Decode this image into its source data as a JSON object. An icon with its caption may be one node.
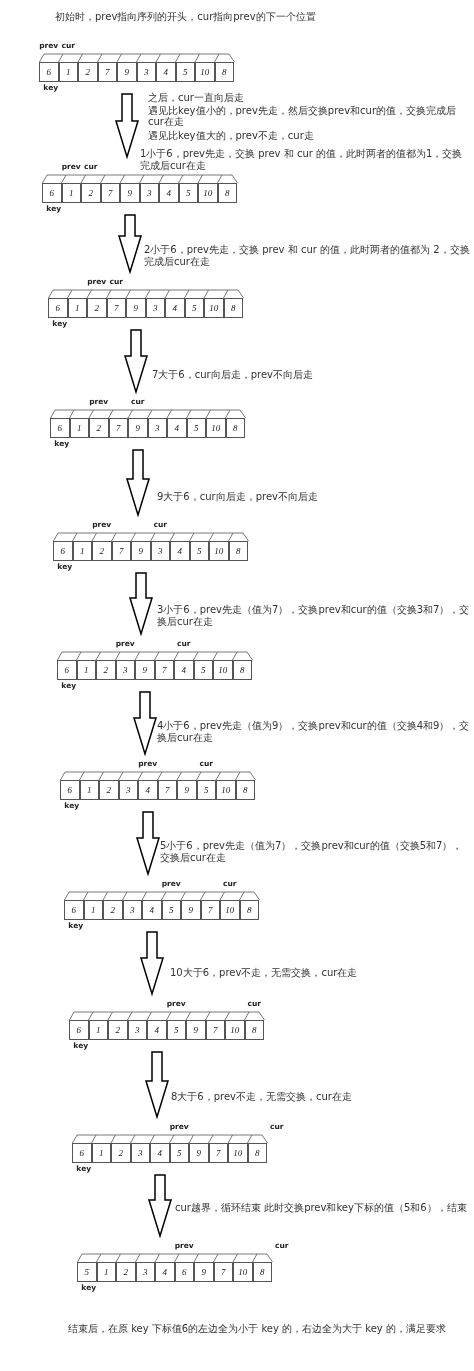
{
  "diagram": {
    "title": "初始时，prev指向序列的开头，cur指向prev的下一个位置",
    "caption": "结束后，在原 key 下标值6的左边全为小于 key 的，右边全为大于 key 的，满足要求",
    "nodes": [
      {
        "text": [
          "6",
          "1",
          "2",
          "7",
          "9",
          "3",
          "4",
          "5",
          "10",
          "8"
        ],
        "beside": [
          "prev",
          "cur",
          "key"
        ]
      },
      {
        "text": [
          "6",
          "1",
          "2",
          "7",
          "9",
          "3",
          "4",
          "5",
          "10",
          "8"
        ],
        "beside": [
          "prev",
          "cur",
          "key"
        ]
      },
      {
        "text": [
          "6",
          "1",
          "2",
          "7",
          "9",
          "3",
          "4",
          "5",
          "10",
          "8"
        ],
        "beside": [
          "prev",
          "cur",
          "key"
        ]
      },
      {
        "text": [
          "6",
          "1",
          "2",
          "7",
          "9",
          "3",
          "4",
          "5",
          "10",
          "8"
        ],
        "beside": [
          "prev",
          "cur",
          "key"
        ]
      },
      {
        "text": [
          "6",
          "1",
          "2",
          "7",
          "9",
          "3",
          "4",
          "5",
          "10",
          "8"
        ],
        "beside": [
          "prev",
          "cur",
          "key"
        ]
      },
      {
        "text": [
          "6",
          "1",
          "2",
          "3",
          "9",
          "7",
          "4",
          "5",
          "10",
          "8"
        ],
        "beside": [
          "prev",
          "cur",
          "key"
        ]
      },
      {
        "text": [
          "6",
          "1",
          "2",
          "3",
          "4",
          "7",
          "9",
          "5",
          "10",
          "8"
        ],
        "beside": [
          "prev",
          "cur",
          "key"
        ]
      },
      {
        "text": [
          "6",
          "1",
          "2",
          "3",
          "4",
          "5",
          "9",
          "7",
          "10",
          "8"
        ],
        "beside": [
          "prev",
          "cur",
          "key"
        ]
      },
      {
        "text": [
          "6",
          "1",
          "2",
          "3",
          "4",
          "5",
          "9",
          "7",
          "10",
          "8"
        ],
        "beside": [
          "prev",
          "cur",
          "key"
        ]
      },
      {
        "text": [
          "6",
          "1",
          "2",
          "3",
          "4",
          "5",
          "9",
          "7",
          "10",
          "8"
        ],
        "beside": [
          "prev",
          "cur",
          "key"
        ]
      },
      {
        "text": [
          "5",
          "1",
          "2",
          "3",
          "4",
          "6",
          "9",
          "7",
          "10",
          "8"
        ],
        "beside": [
          "prev",
          "cur",
          "key"
        ]
      }
    ],
    "edges": [
      {
        "from": 0,
        "to": 1,
        "arrow": "to",
        "label": "1小于6，prev先走，交换 prev 和 cur 的值，此时两者的值都为1，交换完成后cur在走"
      },
      {
        "from": 1,
        "to": 2,
        "arrow": "to",
        "label": "2小于6，prev先走，交换 prev 和 cur 的值，此时两者的值都为 2，交换完成后cur在走"
      },
      {
        "from": 2,
        "to": 3,
        "arrow": "to",
        "label": "7大于6，cur向后走，prev不向后走"
      },
      {
        "from": 3,
        "to": 4,
        "arrow": "to",
        "label": "9大于6，cur向后走，prev不向后走"
      },
      {
        "from": 4,
        "to": 5,
        "arrow": "to",
        "label": "3小于6，prev先走（值为7），交换prev和cur的值（交换3和7），交换后cur在走"
      },
      {
        "from": 5,
        "to": 6,
        "arrow": "to",
        "label": "4小于6，prev先走（值为9），交换prev和cur的值（交换4和9），交换后cur在走"
      },
      {
        "from": 6,
        "to": 7,
        "arrow": "to",
        "label": "5小于6，prev先走（值为7），交换prev和cur的值（交换5和7），交换后cur在走"
      },
      {
        "from": 7,
        "to": 8,
        "arrow": "to",
        "label": "10大于6，prev不走，无需交换，cur在走"
      },
      {
        "from": 8,
        "to": 9,
        "arrow": "to",
        "label": "8大于6，prev不走，无需交换，cur在走"
      },
      {
        "from": 9,
        "to": 10,
        "arrow": "to",
        "label": "cur越界，循环结束 此时交换prev和key下标的值（5和6），结束"
      }
    ],
    "labels": [
      "之后，cur一直向后走",
      "遇见比key值小的，prev先走，然后交换prev和cur的值，交换完成后cur在走",
      "遇见比key值大的，prev不走，cur走"
    ]
  }
}
